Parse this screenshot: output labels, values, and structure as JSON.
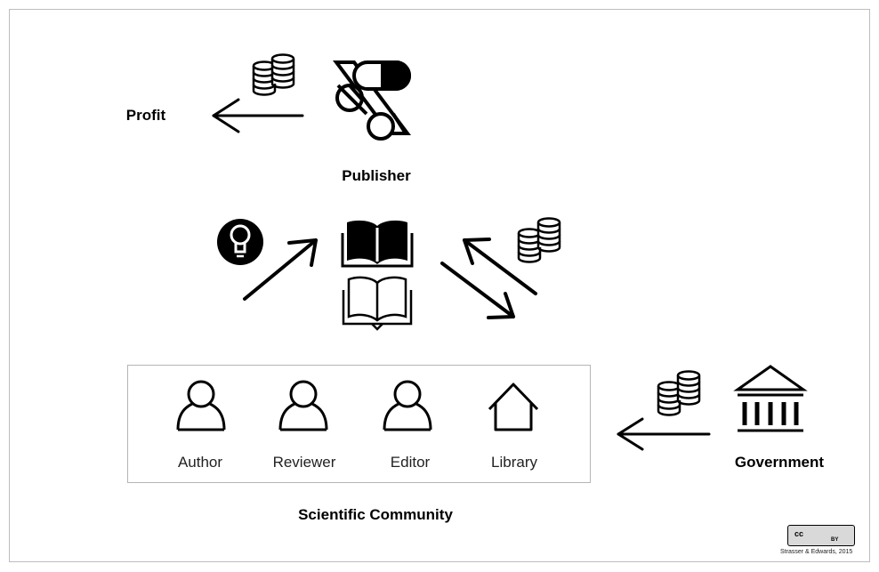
{
  "labels": {
    "profit": "Profit",
    "publisher": "Publisher",
    "government": "Government",
    "scientific_community": "Scientific Community"
  },
  "roles": [
    {
      "label": "Author",
      "icon": "person-icon"
    },
    {
      "label": "Reviewer",
      "icon": "person-icon"
    },
    {
      "label": "Editor",
      "icon": "person-icon"
    },
    {
      "label": "Library",
      "icon": "house-icon"
    }
  ],
  "license": {
    "cc": "cc",
    "by": "BY",
    "credit": "Strasser & Edwards, 2015"
  },
  "colors": {
    "ink": "#000000",
    "frame": "#bdbdbd"
  }
}
